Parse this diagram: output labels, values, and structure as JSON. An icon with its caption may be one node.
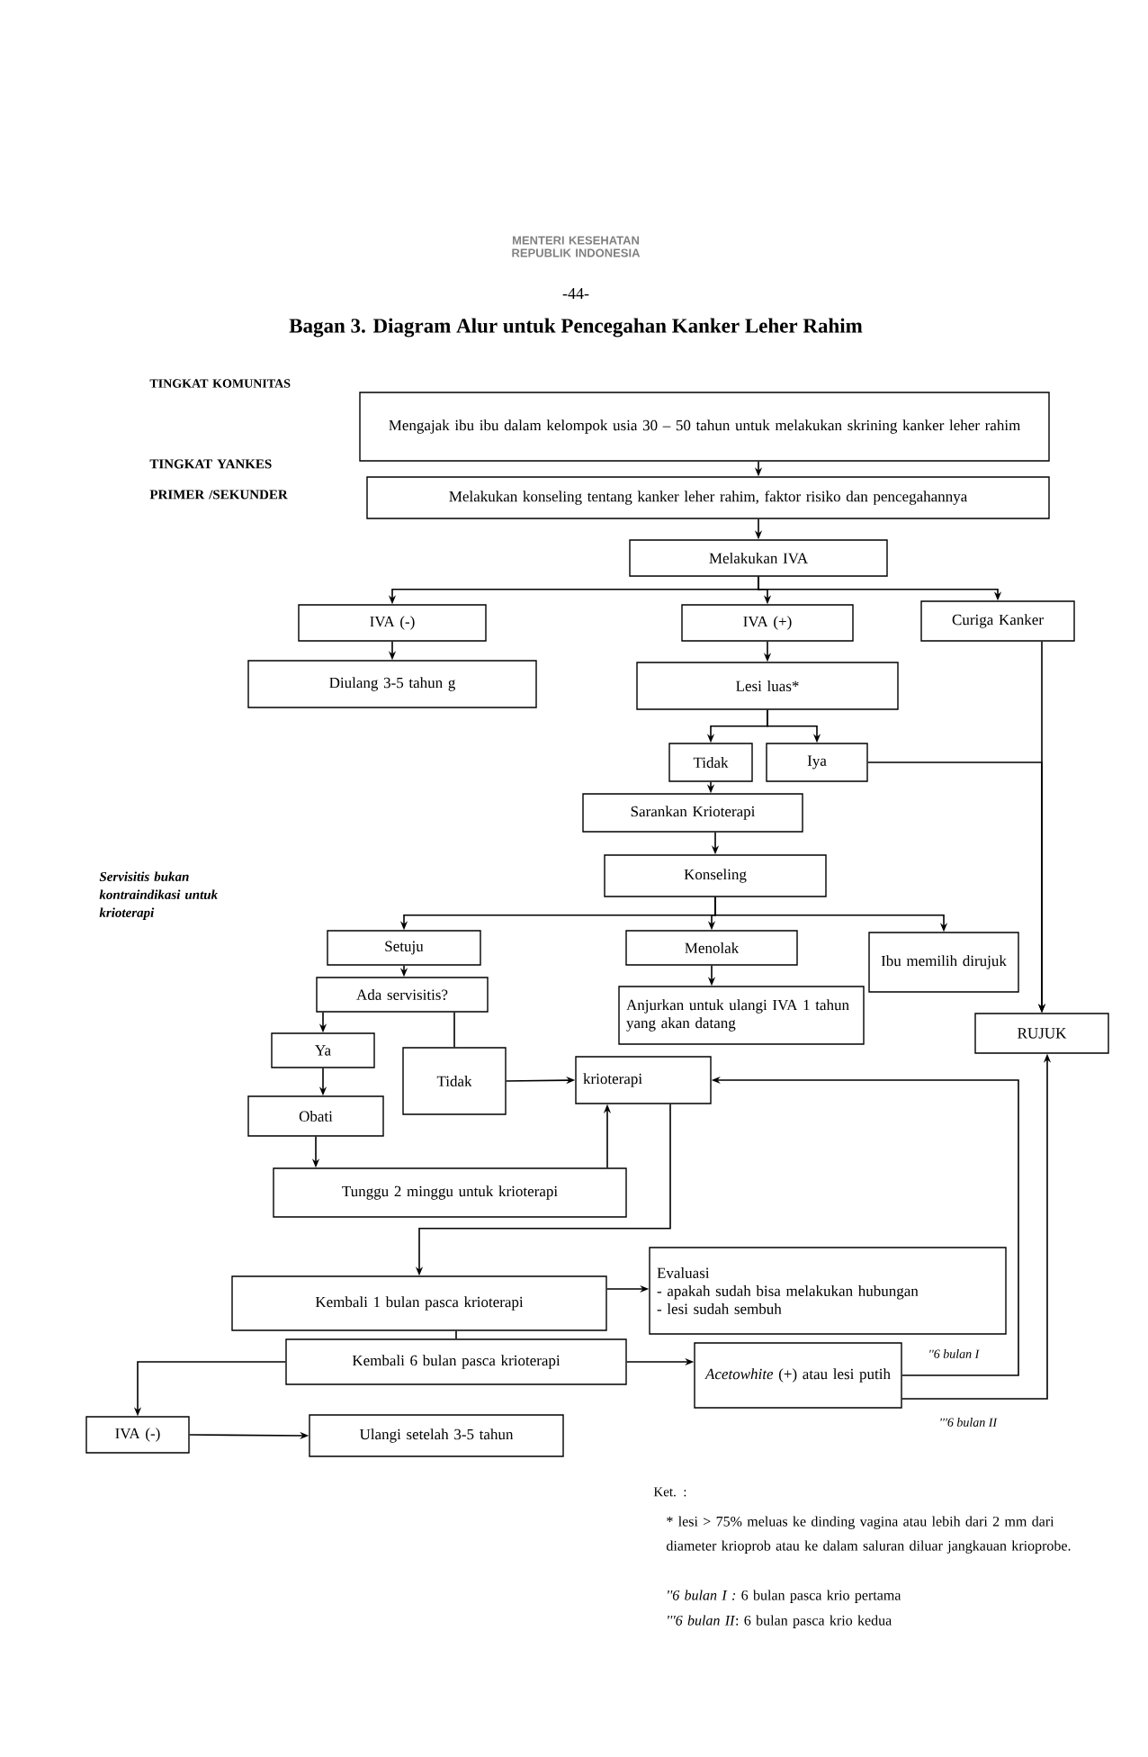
{
  "diagram": {
    "title": "Bagan 3. Diagram Alur untuk Pencegahan Kanker Leher Rahim",
    "nodes": [
      {
        "text": [
          "Mengajak ibu ibu dalam kelompok usia 30 – 50 tahun untuk melakukan skrining kanker leher rahim"
        ]
      },
      {
        "text": [
          "Melakukan konseling tentang kanker leher rahim, faktor risiko dan pencegahannya"
        ]
      },
      {
        "text": [
          "Melakukan IVA"
        ]
      },
      {
        "text": [
          "IVA (-)"
        ]
      },
      {
        "text": [
          "IVA (+)"
        ]
      },
      {
        "text": [
          "Curiga Kanker"
        ]
      },
      {
        "text": [
          "Diulang 3-5 tahun g"
        ]
      },
      {
        "text": [
          "Lesi luas*"
        ]
      },
      {
        "text": [
          "Tidak"
        ]
      },
      {
        "text": [
          "Iya"
        ]
      },
      {
        "text": [
          "Sarankan Krioterapi"
        ]
      },
      {
        "text": [
          "Konseling"
        ]
      },
      {
        "text": [
          "Setuju"
        ]
      },
      {
        "text": [
          "Menolak"
        ]
      },
      {
        "text": [
          "Ibu memilih dirujuk"
        ]
      },
      {
        "text": [
          "Ada servisitis?"
        ]
      },
      {
        "text": [
          "Anjurkan untuk ulangi IVA 1 tahun yang akan datang"
        ]
      },
      {
        "text": [
          "RUJUK"
        ]
      },
      {
        "text": [
          "Ya"
        ]
      },
      {
        "text": [
          "Tidak"
        ]
      },
      {
        "text": [
          "krioterapi"
        ]
      },
      {
        "text": [
          "Obati"
        ]
      },
      {
        "text": [
          "Tunggu 2 minggu untuk krioterapi"
        ]
      },
      {
        "text": [
          "Evaluasi",
          "- apakah sudah bisa melakukan hubungan",
          "- lesi sudah sembuh"
        ]
      },
      {
        "text": [
          "Kembali 1 bulan pasca krioterapi"
        ]
      },
      {
        "text": [
          "Kembali 6 bulan pasca krioterapi"
        ]
      },
      {
        "text": [
          "*Acetowhite* (+) atau lesi putih"
        ]
      },
      {
        "text": [
          "IVA (-)"
        ]
      },
      {
        "text": [
          "Ulangi setelah 3-5 tahun"
        ]
      }
    ],
    "edges": [
      {
        "from": 0,
        "to": 1,
        "arrow": "to"
      },
      {
        "from": 1,
        "to": 2,
        "arrow": "to"
      },
      {
        "from": 2,
        "to": 3,
        "arrow": "to"
      },
      {
        "from": 2,
        "to": 4,
        "arrow": "to"
      },
      {
        "from": 2,
        "to": 5,
        "arrow": "to"
      },
      {
        "from": 3,
        "to": 6,
        "arrow": "to"
      },
      {
        "from": 4,
        "to": 7,
        "arrow": "to"
      },
      {
        "from": 7,
        "to": 8,
        "arrow": "to"
      },
      {
        "from": 7,
        "to": 9,
        "arrow": "to"
      },
      {
        "from": 5,
        "to": 17,
        "arrow": "to"
      },
      {
        "from": 9,
        "to": 17,
        "arrow": "to"
      },
      {
        "from": 8,
        "to": 10,
        "arrow": "to"
      },
      {
        "from": 10,
        "to": 11,
        "arrow": "to"
      },
      {
        "from": 11,
        "to": 12,
        "arrow": "to"
      },
      {
        "from": 11,
        "to": 13,
        "arrow": "to"
      },
      {
        "from": 11,
        "to": 14,
        "arrow": "to"
      },
      {
        "from": 12,
        "to": 15,
        "arrow": "to"
      },
      {
        "from": 13,
        "to": 16,
        "arrow": "to"
      },
      {
        "from": 15,
        "to": 18,
        "arrow": "to"
      },
      {
        "from": 15,
        "to": 19,
        "arrow": "none"
      },
      {
        "from": 19,
        "to": 20,
        "arrow": "to"
      },
      {
        "from": 18,
        "to": 21,
        "arrow": "to"
      },
      {
        "from": 21,
        "to": 22,
        "arrow": "to"
      },
      {
        "from": 22,
        "to": 20,
        "arrow": "to"
      },
      {
        "from": 20,
        "to": 24,
        "arrow": "to"
      },
      {
        "from": 24,
        "to": 23,
        "arrow": "to"
      },
      {
        "from": 24,
        "to": 25,
        "arrow": "none"
      },
      {
        "from": 25,
        "to": 27,
        "arrow": "to"
      },
      {
        "from": 25,
        "to": 26,
        "arrow": "to"
      },
      {
        "from": 27,
        "to": 28,
        "arrow": "to"
      },
      {
        "from": 26,
        "to": 20,
        "arrow": "to",
        "label": "''6 bulan I"
      },
      {
        "from": 26,
        "to": 17,
        "arrow": "to",
        "label": "'''6 bulan II"
      }
    ],
    "labels": [
      "MENTERI KESEHATAN REPUBLIK INDONESIA",
      "-44-",
      "TINGKAT KOMUNITAS",
      "TINGKAT YANKES PRIMER /SEKUNDER",
      "Servisitis bukan kontraindikasi untuk krioterapi",
      "Ket. :",
      "* lesi > 75% meluas ke dinding vagina atau lebih dari 2 mm dari diameter krioprob atau ke dalam saluran diluar jangkauan krioprobe.",
      "*''6 bulan I :* 6 bulan pasca krio pertama",
      "*'''6 bulan II*: 6 bulan pasca krio kedua"
    ]
  }
}
